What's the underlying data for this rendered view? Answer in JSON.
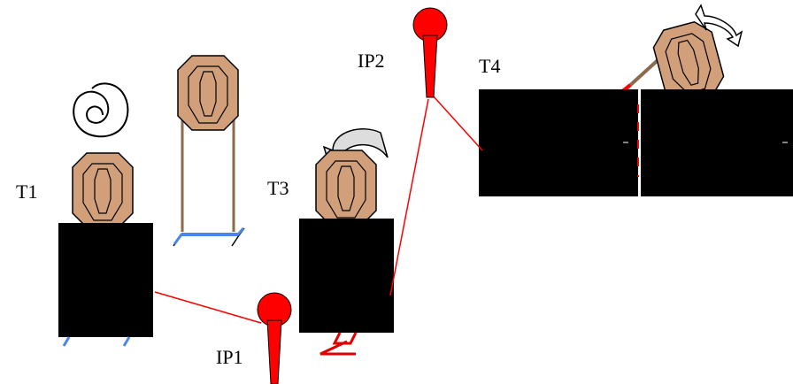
{
  "labels": {
    "t1": "T1",
    "t3": "T3",
    "t4": "T4",
    "ip1": "IP1",
    "ip2": "IP2"
  },
  "colors": {
    "target_fill": "#d1a07a",
    "target_stroke": "#000000",
    "wall": "#000000",
    "paddle": "#ff0000",
    "line": "#ff0000",
    "stand_base": "#4a86e8",
    "stand_leg": "#8b6a4e",
    "rotate_arrow": "#dddddd"
  },
  "icons": {
    "spin": "spiral-icon",
    "turn": "curved-arrow-icon",
    "swing": "double-curved-arrow-icon"
  }
}
